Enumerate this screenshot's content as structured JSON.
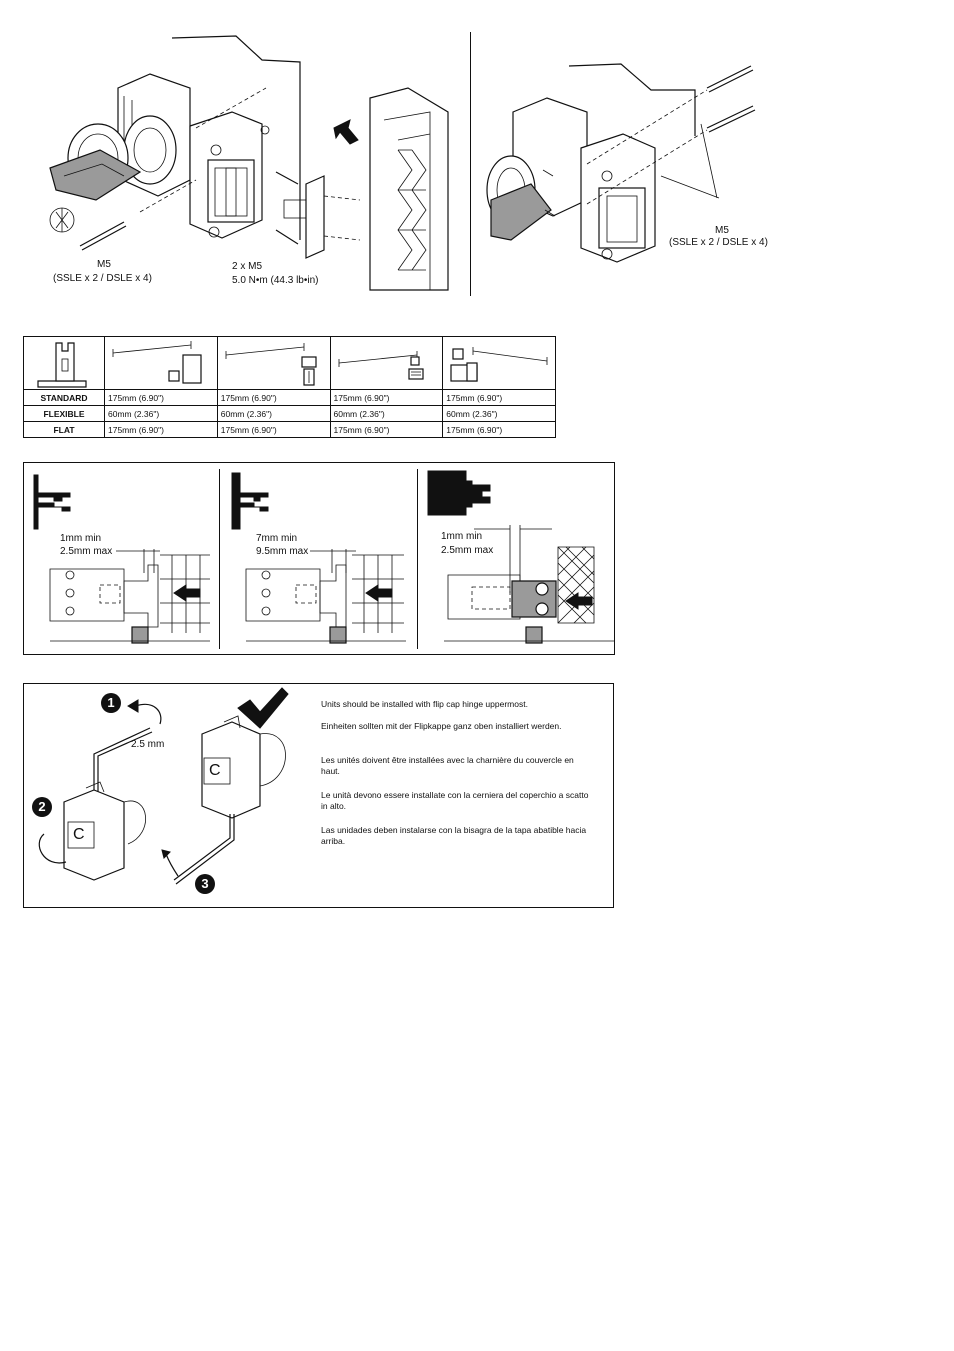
{
  "assembly": {
    "left_m5_label": "M5",
    "left_m5_sub": "(SSLE x 2 / DSLE x 4)",
    "bracket_bolts_label": "2 x M5",
    "bracket_torque": "5.0 N•m (44.3 lb•in)",
    "right_m5_label": "M5",
    "right_m5_sub": "(SSLE x 2 / DSLE x 4)"
  },
  "distance_table": {
    "rows": [
      {
        "label": "STANDARD",
        "values": [
          "175mm (6.90\")",
          "175mm (6.90\")",
          "175mm (6.90\")",
          "175mm (6.90\")"
        ]
      },
      {
        "label": "FLEXIBLE",
        "values": [
          "60mm (2.36\")",
          "60mm (2.36\")",
          "60mm (2.36\")",
          "60mm (2.36\")"
        ]
      },
      {
        "label": "FLAT",
        "values": [
          "175mm (6.90\")",
          "175mm (6.90\")",
          "175mm (6.90\")",
          "175mm (6.90\")"
        ]
      }
    ]
  },
  "gaps": [
    {
      "min": "1mm min",
      "max": "2.5mm max"
    },
    {
      "min": "7mm min",
      "max": "9.5mm max"
    },
    {
      "min": "1mm min",
      "max": "2.5mm max"
    }
  ],
  "orientation": {
    "step1": "1",
    "step2": "2",
    "step3": "3",
    "key_size": "2.5 mm",
    "cap_letter": "C",
    "cap_letter_2": "C",
    "instructions": [
      "Units should be installed with flip cap hinge uppermost.",
      "Einheiten sollten mit der Flipkappe ganz oben installiert werden.",
      "Les unités doivent être installées avec la charnière du couvercle en haut.",
      "Le unità devono essere installate con la cerniera del coperchio a scatto in alto.",
      "Las unidades deben instalarse con la bisagra de la tapa abatible hacia arriba."
    ]
  }
}
